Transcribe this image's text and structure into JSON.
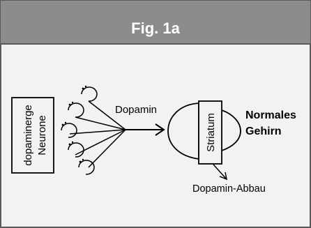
{
  "header": {
    "title": "Fig. 1a"
  },
  "diagram": {
    "neurons_box_label_line1": "dopaminerge",
    "neurons_box_label_line2": "Neurone",
    "arrow_label": "Dopamin",
    "brain_region_label": "Striatum",
    "degradation_label": "Dopamin-Abbau",
    "state_label_line1": "Normales",
    "state_label_line2": "Gehirn"
  },
  "colors": {
    "header_background": "#8c8c8c",
    "panel_background": "#f2f2f2",
    "frame": "#5a5a5a",
    "header_text": "#ffffff",
    "line_art": "#000000"
  }
}
